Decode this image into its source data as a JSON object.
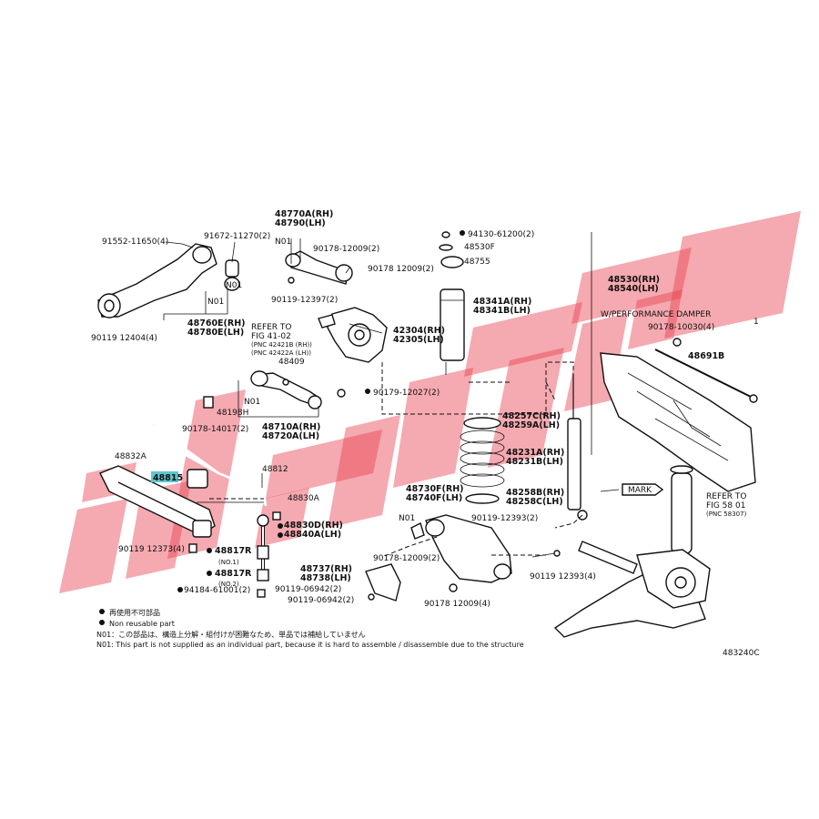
{
  "watermark": {
    "color": "#e8404f"
  },
  "highlight_color": "#5ec6cf",
  "callouts": {
    "c1": "91552-11650(4)",
    "c2": "91672-11270(2)",
    "c3": "N01",
    "c4": "48770A(RH)",
    "c5": "48790(LH)",
    "c6": "90178-12009(2)",
    "c7": "90178 12009(2)",
    "c8": "N01",
    "c9": "N01",
    "c10": "90119-12397(2)",
    "c11": "48760E(RH)",
    "c12": "48780E(LH)",
    "c13": "90119 12404(4)",
    "c14": "REFER TO",
    "c15": "FIG 41-02",
    "c16": "(PNC 42421B (RH))",
    "c17": "(PNC 42422A (LH))",
    "c18": "42304(RH)",
    "c19": "42305(LH)",
    "c20": "48409",
    "c21": "N01",
    "c22": "48198H",
    "c23": "90178-14017(2)",
    "c24": "48710A(RH)",
    "c25": "48720A(LH)",
    "c26": "90179-12027(2)",
    "c27": "94130-61200(2)",
    "c28": "48530F",
    "c29": "48755",
    "c30": "48341A(RH)",
    "c31": "48341B(LH)",
    "c32": "48530(RH)",
    "c33": "48540(LH)",
    "c34": "W/PERFORMANCE DAMPER",
    "c35": "1",
    "c36": "90178-10030(4)",
    "c37": "48691B",
    "c38": "48832A",
    "c39": "48815",
    "c40": "48812",
    "c41": "48830A",
    "c42": "48830D(RH)",
    "c43": "48840A(LH)",
    "c44": "48817R",
    "c45": "(NO.1)",
    "c46": "48817R",
    "c47": "(NO.2)",
    "c48": "90119 12373(4)",
    "c49": "94184-61001(2)",
    "c50": "48257C(RH)",
    "c51": "48259A(LH)",
    "c52": "48231A(RH)",
    "c53": "48231B(LH)",
    "c54": "48258B(RH)",
    "c55": "48258C(LH)",
    "c56": "48730F(RH)",
    "c57": "48740F(LH)",
    "c58": "N01",
    "c59": "90119-12393(2)",
    "c60": "90178-12009(2)",
    "c61": "48737(RH)",
    "c62": "48738(LH)",
    "c63": "90119-06942(2)",
    "c64": "90119-06942(2)",
    "c65": "90178 12009(4)",
    "c66": "90119 12393(4)",
    "c67": "MARK",
    "c68": "REFER TO",
    "c69": "FIG 58 01",
    "c70": "(PNC 58307)"
  },
  "legend": {
    "line1": "再使用不可部品",
    "line2": "Non reusable part",
    "line3": "N01：この部品は、構造上分解・組付けが困難なため、単品では補給していません",
    "line4": "N01: This part is not supplied as an individual part, because it is hard to assemble / disassemble due to the structure"
  },
  "figure_code": "483240C"
}
